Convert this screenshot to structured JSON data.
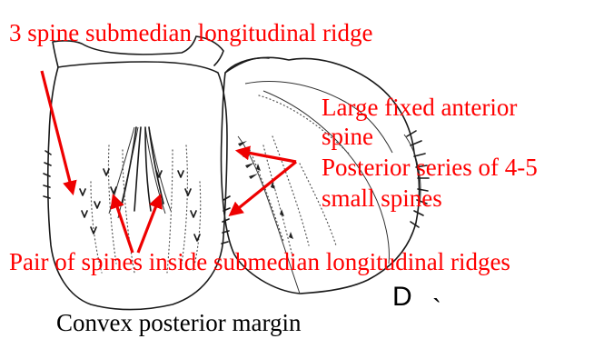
{
  "colors": {
    "annotation": "#ff0000",
    "caption": "#000000",
    "drawing": "#1a1a1a"
  },
  "labels": {
    "top": "3 spine submedian longitudinal ridge",
    "anterior_line1": "Large fixed anterior",
    "anterior_line2": "spine",
    "posterior_line1": "Posterior series of 4-5",
    "posterior_line2": "small spines",
    "pair": "Pair of spines inside submedian longitudinal ridges",
    "caption": "Convex posterior margin",
    "panel_letter": "D",
    "stray_mark": "`"
  }
}
